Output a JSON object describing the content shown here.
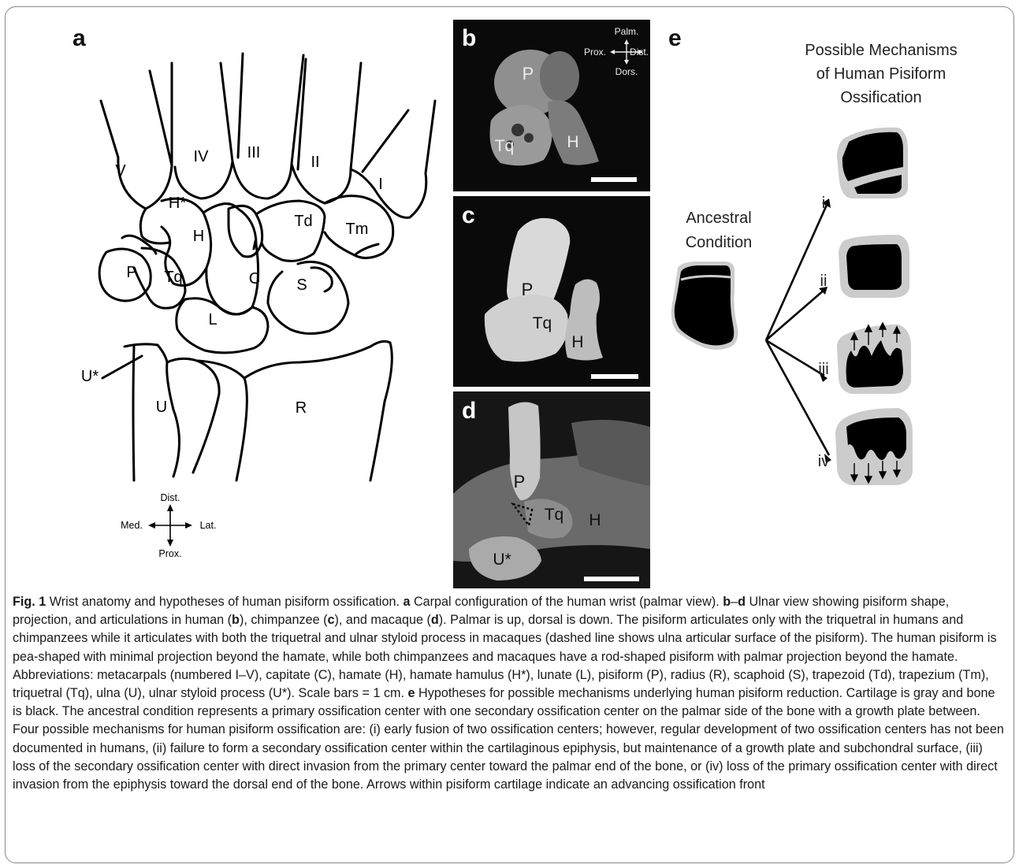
{
  "panel_letters": {
    "a": "a",
    "b": "b",
    "c": "c",
    "d": "d",
    "e": "e"
  },
  "panel_a": {
    "metacarpals": [
      "V",
      "IV",
      "III",
      "II",
      "I"
    ],
    "bones": {
      "hamulus": "H*",
      "hamate": "H",
      "trapezoid": "Td",
      "trapezium": "Tm",
      "pisiform": "P",
      "triquetral": "Tq",
      "capitate": "C",
      "scaphoid": "S",
      "lunate": "L",
      "ulna": "U",
      "radius": "R",
      "ulnar_styloid": "U*"
    },
    "compass": {
      "top": "Dist.",
      "bottom": "Prox.",
      "left": "Med.",
      "right": "Lat."
    }
  },
  "panel_b": {
    "labels": {
      "p": "P",
      "tq": "Tq",
      "h": "H"
    },
    "compass": {
      "top": "Palm.",
      "bottom": "Dors.",
      "left": "Prox.",
      "right": "Dist."
    }
  },
  "panel_c": {
    "labels": {
      "p": "P",
      "tq": "Tq",
      "h": "H"
    }
  },
  "panel_d": {
    "labels": {
      "p": "P",
      "tq": "Tq",
      "h": "H",
      "u": "U*"
    }
  },
  "panel_e": {
    "title_lines": [
      "Possible Mechanisms",
      "of Human Pisiform",
      "Ossification"
    ],
    "ancestral_lines": [
      "Ancestral",
      "Condition"
    ],
    "numerals": [
      "i",
      "ii",
      "iii",
      "iv"
    ]
  },
  "caption": {
    "fig_label": "Fig. 1",
    "segments": [
      {
        "t": " Wrist anatomy and hypotheses of human pisiform ossification. ",
        "b": false
      },
      {
        "t": "a",
        "b": true
      },
      {
        "t": " Carpal configuration of the human wrist (palmar view). ",
        "b": false
      },
      {
        "t": "b",
        "b": true
      },
      {
        "t": "–",
        "b": false
      },
      {
        "t": "d",
        "b": true
      },
      {
        "t": " Ulnar view showing pisiform shape, projection, and articulations in human (",
        "b": false
      },
      {
        "t": "b",
        "b": true
      },
      {
        "t": "), chimpanzee (",
        "b": false
      },
      {
        "t": "c",
        "b": true
      },
      {
        "t": "), and macaque (",
        "b": false
      },
      {
        "t": "d",
        "b": true
      },
      {
        "t": "). Palmar is up, dorsal is down. The pisiform articulates only with the triquetral in humans and chimpanzees while it articulates with both the triquetral and ulnar styloid process in macaques (dashed line shows ulna articular surface of the pisiform). The human pisiform is pea-shaped with minimal projection beyond the hamate, while both chimpanzees and macaques have a rod-shaped pisiform with palmar projection beyond the hamate. Abbreviations: metacarpals (numbered I–V), capitate (C), hamate (H), hamate hamulus (H*), lunate (L), pisiform (P), radius (R), scaphoid (S), trapezoid (Td), trapezium (Tm), triquetral (Tq), ulna (U), ulnar styloid process (U*). Scale bars = 1 cm. ",
        "b": false
      },
      {
        "t": "e",
        "b": true
      },
      {
        "t": " Hypotheses for possible mechanisms underlying human pisiform reduction. Cartilage is gray and bone is black. The ancestral condition represents a primary ossification center with one secondary ossification center on the palmar side of the bone with a growth plate between. Four possible mechanisms for human pisiform ossification are: (i) early fusion of two ossification centers; however, regular development of two ossification centers has not been documented in humans, (ii) failure to form a secondary ossification center within the cartilaginous epiphysis, but maintenance of a growth plate and subchondral surface, (iii) loss of the secondary ossification center with direct invasion from the primary center toward the palmar end of the bone, or (iv) loss of the primary ossification center with direct invasion from the epiphysis toward the dorsal end of the bone. Arrows within pisiform cartilage indicate an advancing ossification front",
        "b": false
      }
    ]
  },
  "colors": {
    "cartilage": "#cccccc",
    "bone": "#000000",
    "photo_bg": "#0a0a0a"
  }
}
